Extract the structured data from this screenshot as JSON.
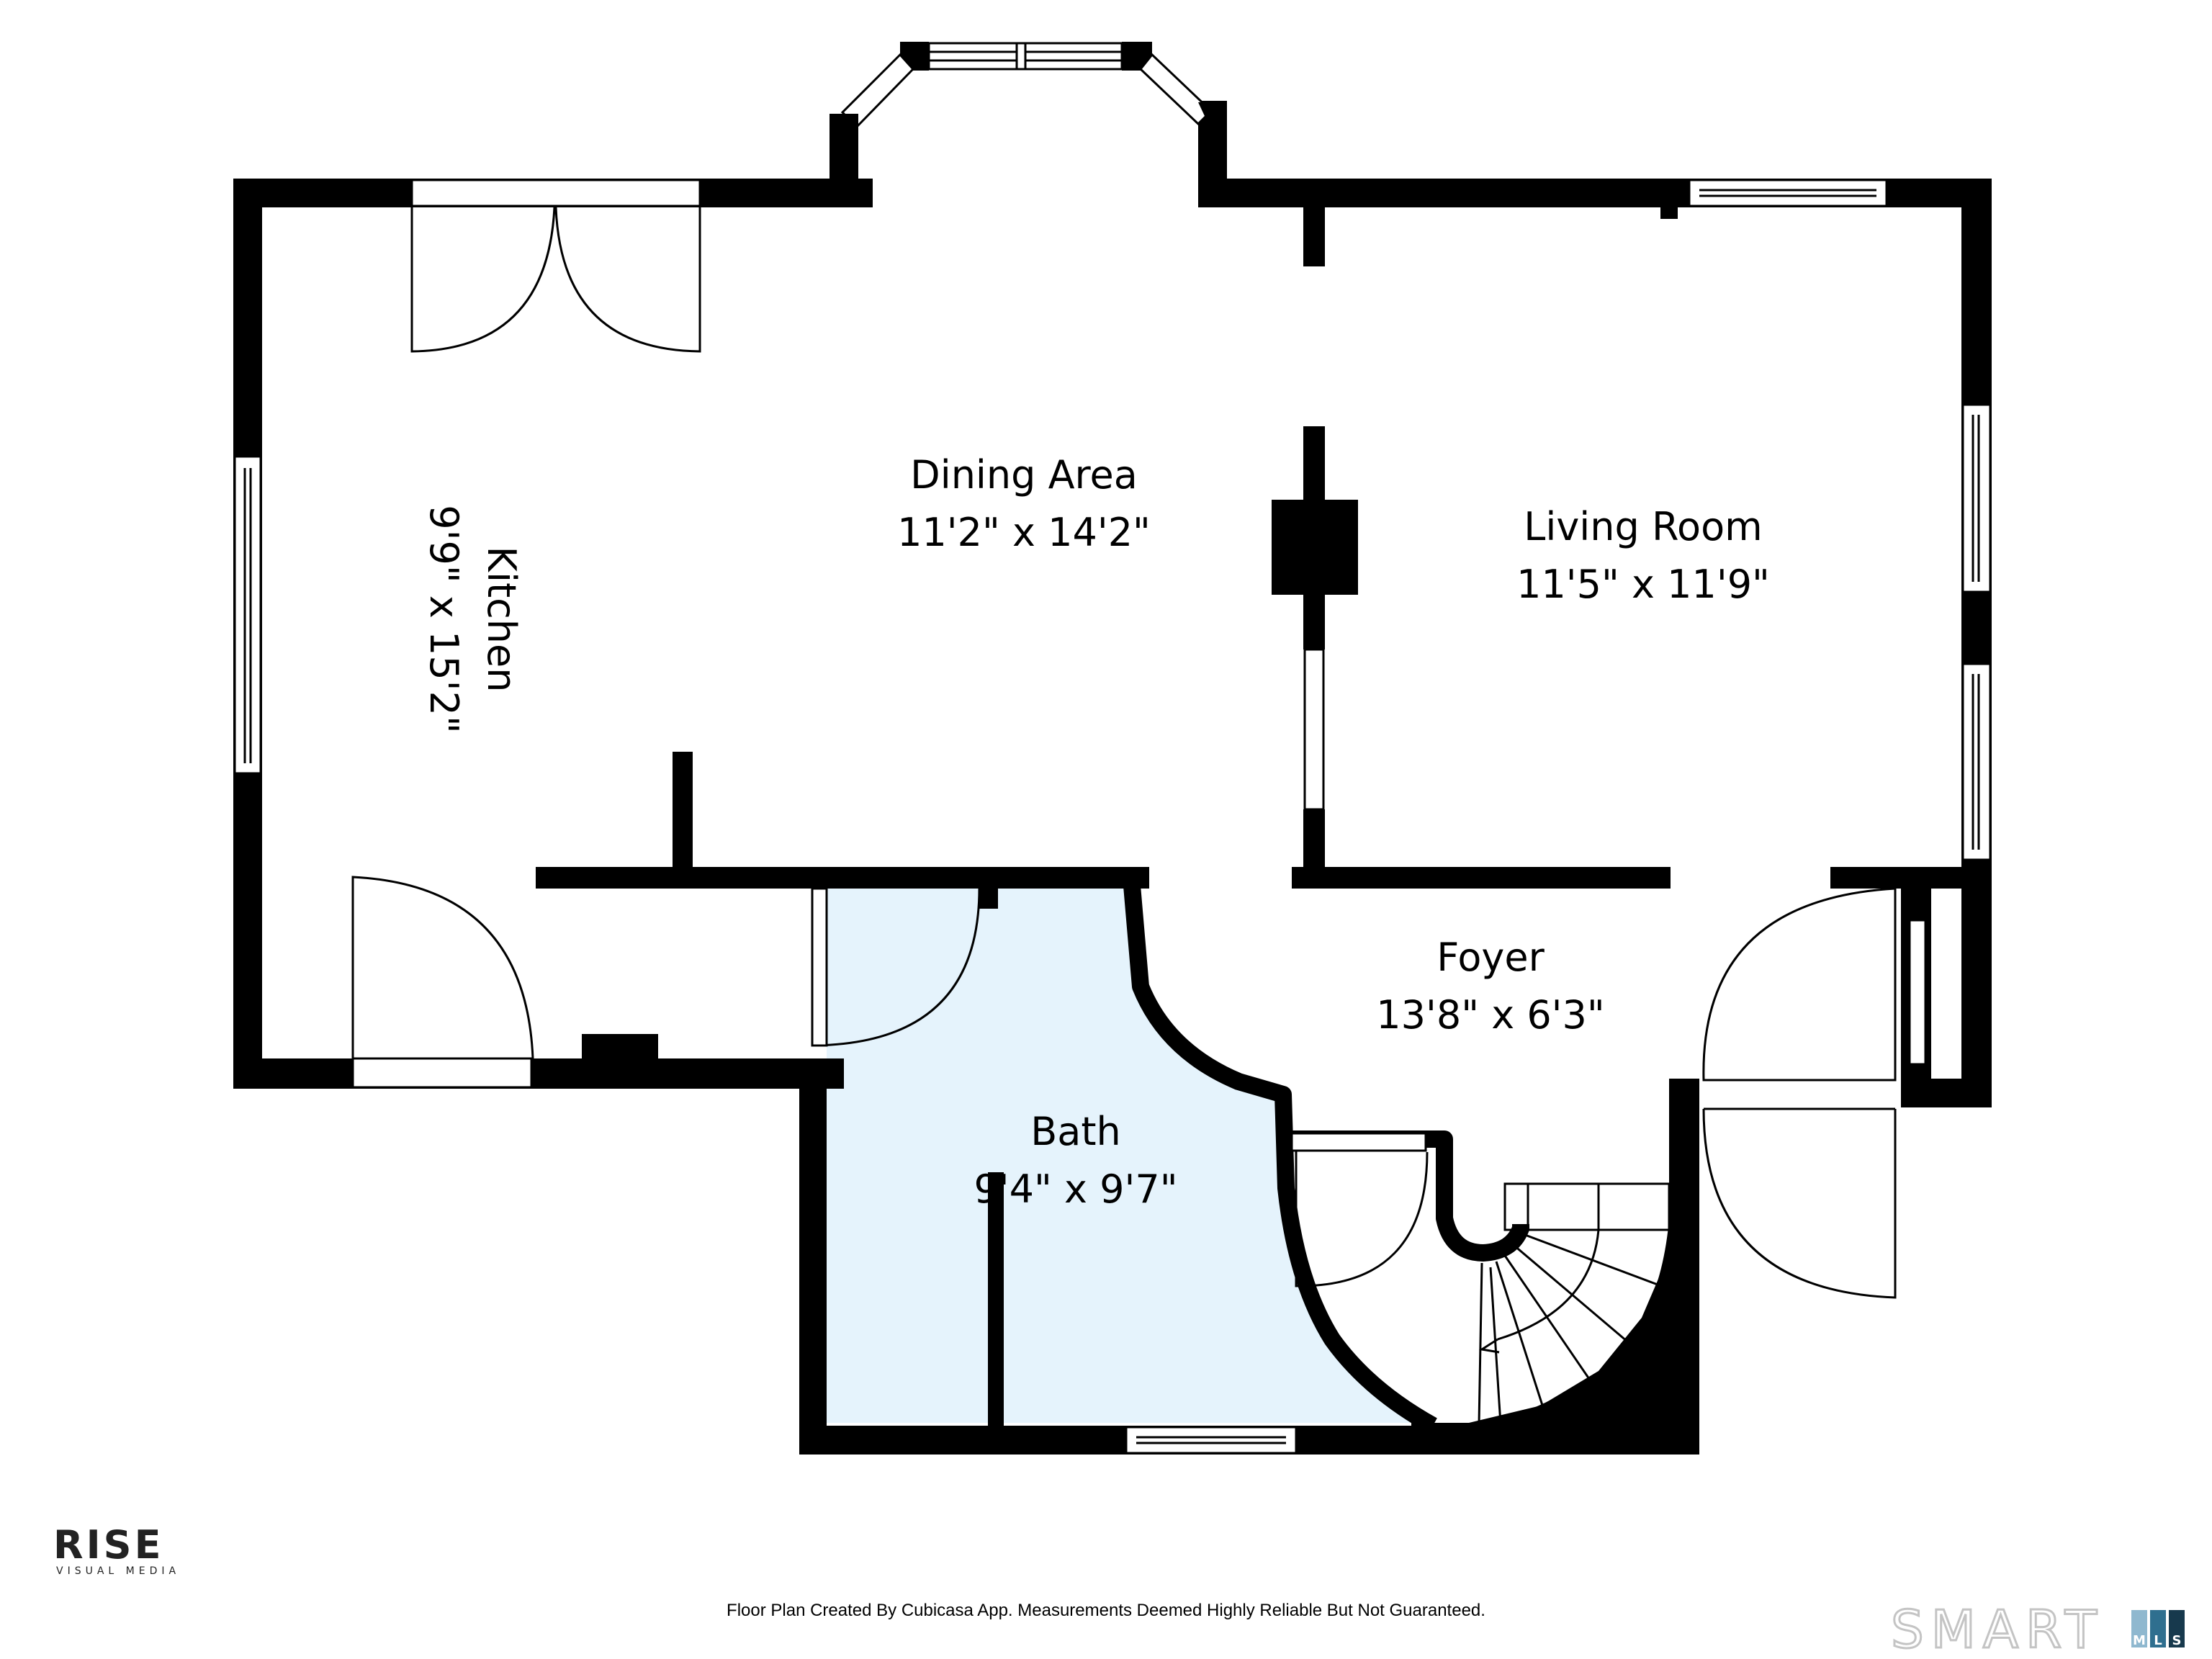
{
  "rooms": {
    "dining": {
      "name": "Dining Area",
      "size": "11'2\" x 14'2\""
    },
    "living": {
      "name": "Living Room",
      "size": "11'5\" x 11'9\""
    },
    "kitchen": {
      "name": "Kitchen",
      "size": "9'9\" x 15'2\""
    },
    "foyer": {
      "name": "Foyer",
      "size": "13'8\" x 6'3\""
    },
    "bath": {
      "name": "Bath",
      "size": "9'4\" x 9'7\""
    }
  },
  "footer": {
    "note": "Floor Plan Created By Cubicasa App. Measurements Deemed Highly Reliable But Not Guaranteed."
  },
  "logos": {
    "rise": {
      "name": "RISE",
      "tagline": "VISUAL MEDIA"
    },
    "smart": {
      "name": "SMART",
      "m": "M",
      "l": "L",
      "s": "S"
    }
  },
  "colors": {
    "wall": "#000000",
    "bath_fill": "#e5f3fc",
    "mls_m": "#8fb8cf",
    "mls_l": "#2f6f8f",
    "mls_s": "#17394d"
  }
}
